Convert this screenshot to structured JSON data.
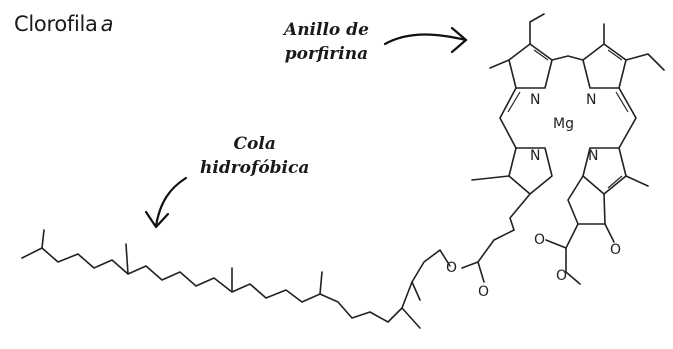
{
  "title": {
    "main": "Clorofila",
    "suffix": "a"
  },
  "annotations": {
    "ring": {
      "line1": "Anillo de",
      "line2": "porfirina"
    },
    "tail": {
      "line1": "Cola",
      "line2": "hidrofóbica"
    }
  },
  "atoms": {
    "n": "N",
    "mg": "Mg",
    "o": "O"
  }
}
